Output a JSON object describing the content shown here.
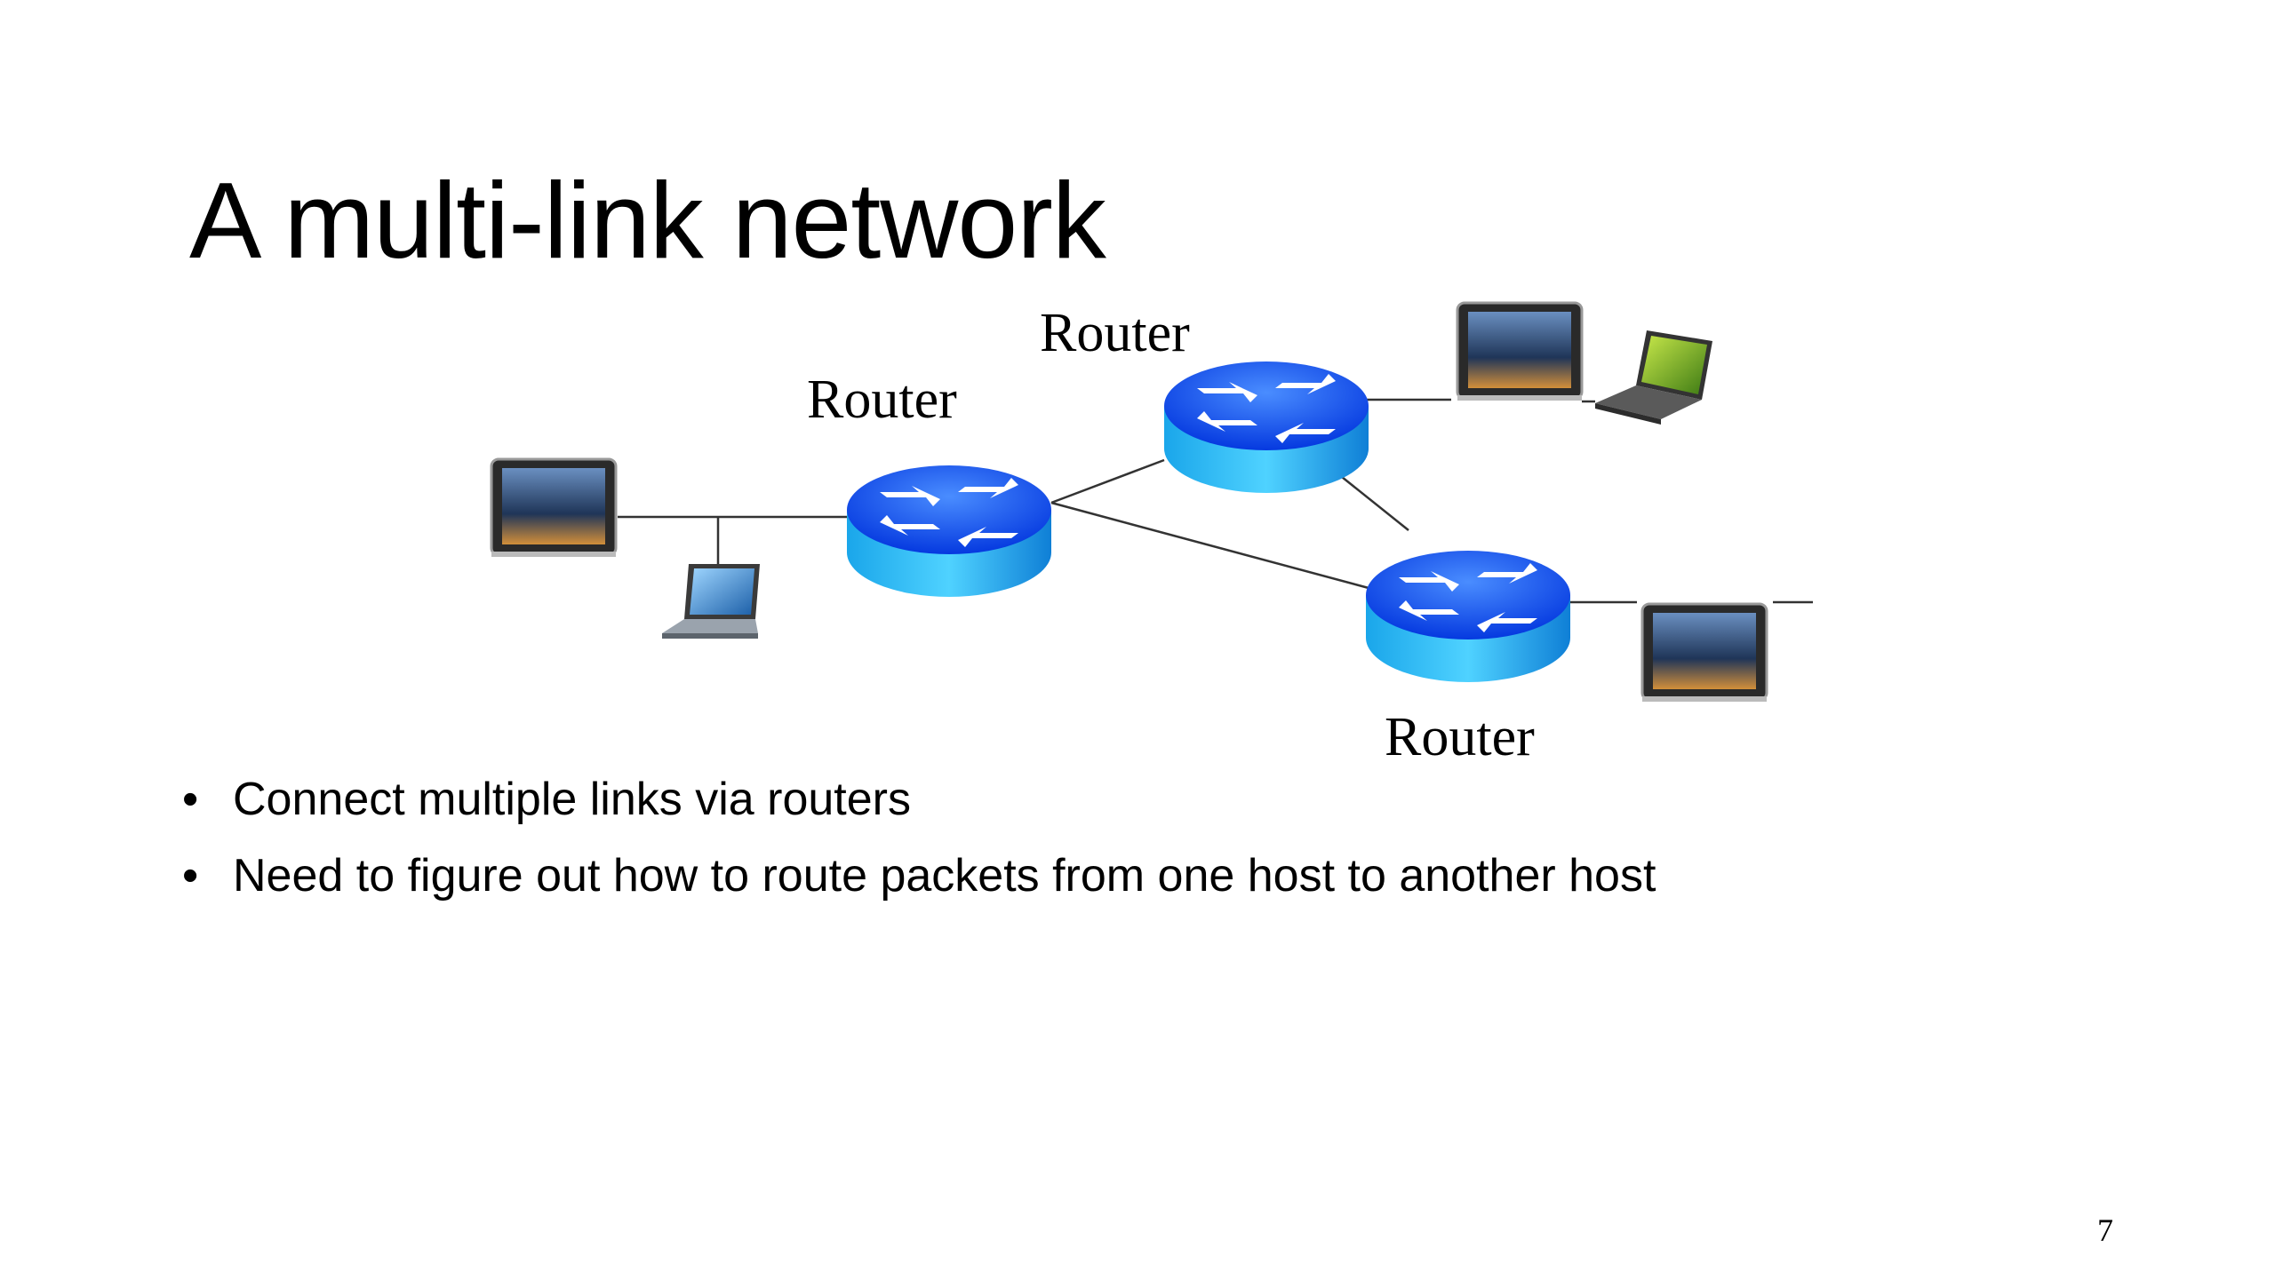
{
  "slide": {
    "title": "A multi-link network",
    "page_number": "7"
  },
  "diagram": {
    "router_labels": [
      "Router",
      "Router",
      "Router"
    ],
    "colors": {
      "router_top": "#1e6fff",
      "router_body": "#27b6f0",
      "link": "#333333"
    },
    "icons": [
      "tablet-icon",
      "laptop-icon",
      "router-icon"
    ]
  },
  "bullets": [
    "Connect multiple links via routers",
    "Need to figure out how to route packets from one host to another host"
  ]
}
